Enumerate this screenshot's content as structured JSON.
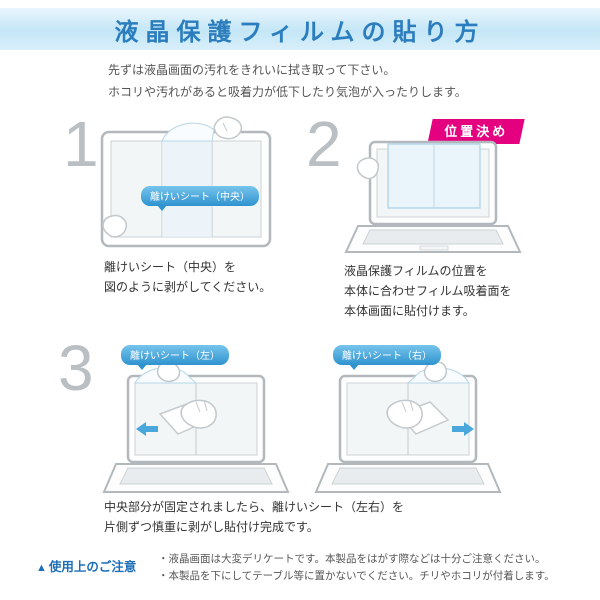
{
  "title": "液晶保護フィルムの貼り方",
  "intro": {
    "line1": "先ずは液晶画面の汚れをきれいに拭き取って下さい。",
    "line2": "ホコリや汚れがあると吸着力が低下したり気泡が入ったりします。"
  },
  "steps": [
    {
      "number": "1",
      "label": "離けいシート（中央）",
      "caption_lines": [
        "離けいシート（中央）を",
        "図のように剥がしてください。"
      ]
    },
    {
      "number": "2",
      "badge": "位置決め",
      "caption_lines": [
        "液晶保護フィルムの位置を",
        "本体に合わせフィルム吸着面を",
        "本体画面に貼付けます。"
      ]
    },
    {
      "number": "3",
      "label_left": "離けいシート（左）",
      "label_right": "離けいシート（右）",
      "caption_lines": [
        "中央部分が固定されましたら、離けいシート（左右）を",
        "片側ずつ慎重に剥がし貼付け完成です。"
      ]
    }
  ],
  "notes": {
    "icon": "▲",
    "heading": "使用上のご注意",
    "items": [
      "・液晶画面は大変デリケートです。本製品をはがす際などは十分ご注意ください。",
      "・本製品を下にしてテーブル等に置かないでください。チリやホコリが付着します。"
    ]
  },
  "colors": {
    "title_blue": "#2b7dbd",
    "label_blue": "#2f93cf",
    "badge_magenta": "#e4007f",
    "step_number_gray": "#b9bfc2"
  }
}
